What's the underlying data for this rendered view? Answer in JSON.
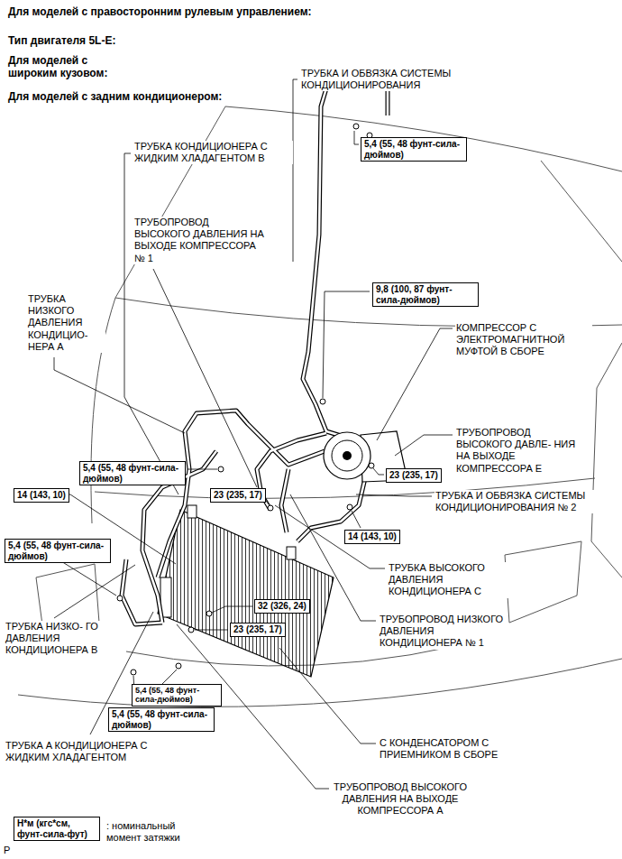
{
  "diagram": {
    "title": "Для моделей с правосторонним рулевым управлением:",
    "nodes": [
      {
        "text": [
          "5,4 (55, 48 фунт-сила-дюймов)"
        ]
      },
      {
        "text": [
          "9,8 (100, 87 фунт-сила-дюймов)"
        ]
      },
      {
        "text": [
          "5,4 (55, 48 фунт-сила-дюймов)"
        ]
      },
      {
        "text": [
          "14 (143, 10)"
        ]
      },
      {
        "text": [
          "23 (235, 17)"
        ]
      },
      {
        "text": [
          "23 (235, 17)"
        ]
      },
      {
        "text": [
          "5,4 (55, 48 фунт-сила-дюймов)"
        ]
      },
      {
        "text": [
          "14 (143, 10)"
        ]
      },
      {
        "text": [
          "32 (326, 24)"
        ]
      },
      {
        "text": [
          "23 (235, 17)"
        ]
      },
      {
        "text": [
          "5,4 (55, 48 фунт-сила-дюймов)"
        ]
      },
      {
        "text": [
          "5,4 (55, 48 фунт-сила-дюймов)"
        ]
      },
      {
        "text": [
          "Н*м (кгс*см, фунт-сила-фут)"
        ]
      }
    ],
    "labels": [
      "Тип двигателя 5L-E:",
      "Для моделей с широким кузовом:",
      "Для моделей с задним кондиционером:",
      "ТРУБКА И ОБВЯЗКА СИСТЕМЫ КОНДИЦИОНИРОВАНИЯ",
      "ТРУБКА КОНДИЦИОНЕРА С ЖИДКИМ ХЛАДАГЕНТОМ B",
      "ТРУБОПРОВОД ВЫСОКОГО ДАВЛЕНИЯ НА ВЫХОДЕ КОМПРЕССОРА № 1",
      "ТРУБКА НИЗКОГО ДАВЛЕНИЯ КОНДИЦИО- НЕРА A",
      "КОМПРЕССОР С ЭЛЕКТРОМАГНИТНОЙ МУФТОЙ В СБОРЕ",
      "ТРУБОПРОВОД ВЫСОКОГО ДАВЛЕ- НИЯ НА ВЫХОДЕ КОМПРЕССОРА E",
      "ТРУБКА И ОБВЯЗКА СИСТЕМЫ КОНДИЦИОНИРОВАНИЯ № 2",
      "ТРУБКА ВЫСОКОГО ДАВЛЕНИЯ КОНДИЦИОНЕРА C",
      "ТРУБОПРОВОД НИЗКОГО ДАВЛЕНИЯ КОНДИЦИОНЕРА № 1",
      "ТРУБКА НИЗКО- ГО ДАВЛЕНИЯ КОНДИЦИОНЕРА B",
      "ТРУБКА A КОНДИЦИОНЕРА С ЖИДКИМ ХЛАДАГЕНТОМ",
      "С КОНДЕНСАТОРОМ С ПРИЕМНИКОМ В СБОРЕ",
      "ТРУБОПРОВОД ВЫСОКОГО ДАВЛЕНИЯ НА ВЫХОДЕ КОМПРЕССОРА A",
      "P"
    ],
    "legend": [
      {
        "text": ": номинальный момент затяжки"
      }
    ]
  }
}
